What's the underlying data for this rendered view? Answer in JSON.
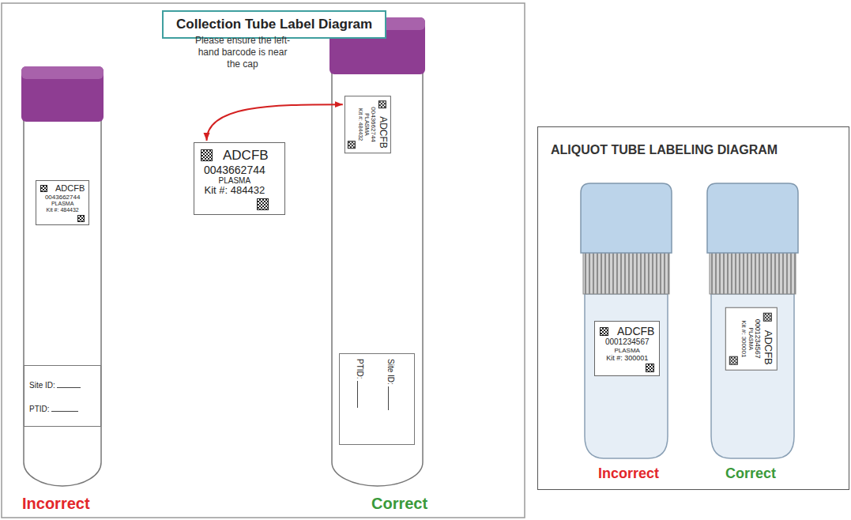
{
  "diagram": {
    "nodes": [
      {
        "text": [
          "Collection Tube Label Diagram"
        ]
      },
      {
        "text": [
          "ADCFB",
          "0043662744",
          "PLASMA",
          "Kit #: 484432"
        ]
      },
      {
        "text": [
          "Site ID:",
          "PTID:"
        ]
      },
      {
        "text": [
          "ADCFB",
          "0043662744",
          "PLASMA",
          "Kit #: 484432"
        ]
      },
      {
        "text": [
          "ADCFB",
          "0043662744",
          "PLASMA",
          "Kit #: 484432"
        ]
      },
      {
        "text": [
          "Site ID:",
          "PTID:"
        ]
      },
      {
        "text": [
          "ALIQUOT TUBE LABELING DIAGRAM"
        ]
      },
      {
        "text": [
          "ADCFB",
          "0001234567",
          "PLASMA",
          "Kit #: 300001"
        ],
        "in": 6
      },
      {
        "text": [
          "ADCFB",
          "0001234567",
          "PLASMA",
          "Kit #: 300001"
        ],
        "in": 6
      }
    ],
    "edges": [
      {
        "from": 3,
        "to": 4,
        "arrow": "both"
      }
    ],
    "labels": [
      "Please ensure the left-hand barcode is near the cap",
      "Incorrect",
      "Correct",
      "Incorrect",
      "Correct"
    ]
  }
}
